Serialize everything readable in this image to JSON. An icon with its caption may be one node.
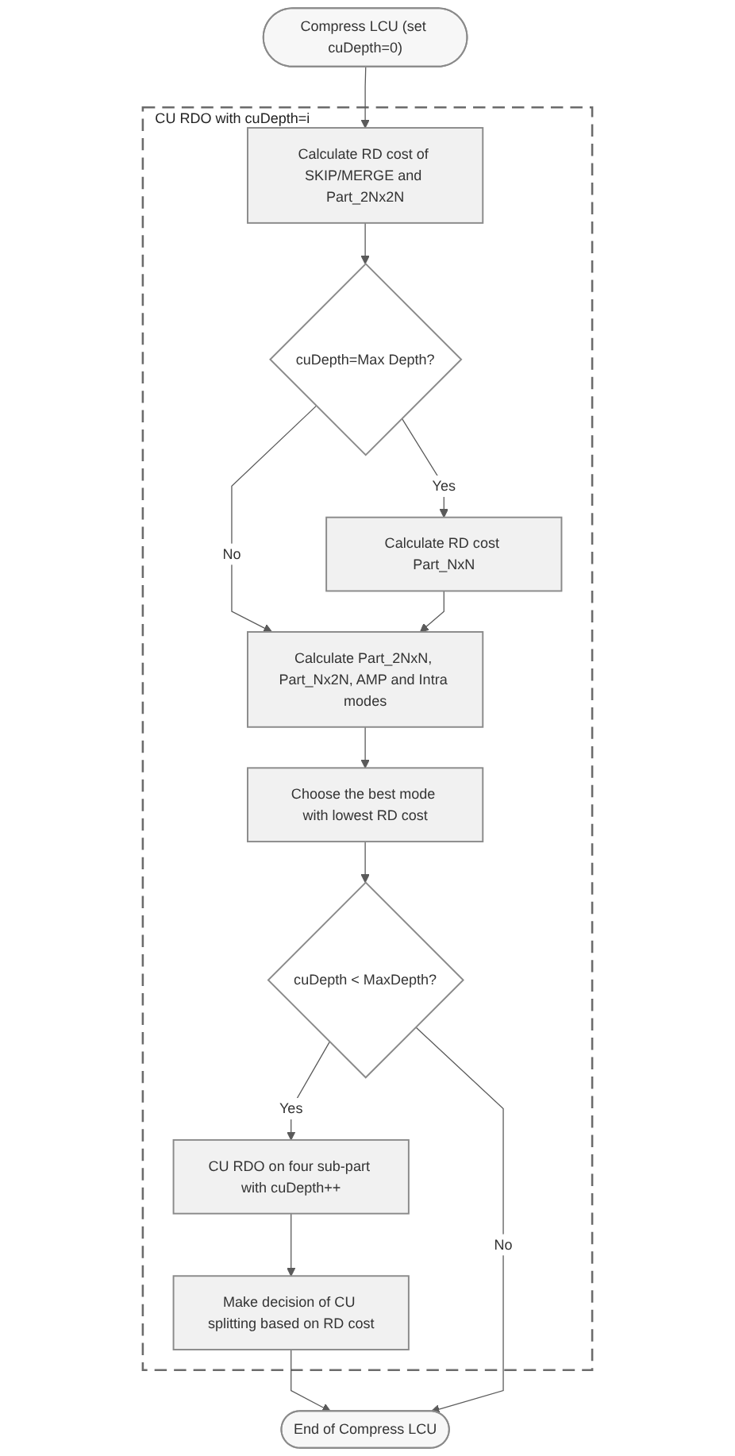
{
  "diagram": {
    "nodes": [
      {
        "text": [
          "Compress LCU (set cuDepth=0)"
        ]
      },
      {
        "text": [
          "CU RDO with cuDepth=i"
        ]
      },
      {
        "text": [
          "Calculate RD cost of SKIP/MERGE and Part_2Nx2N"
        ],
        "in": 1
      },
      {
        "text": [
          "cuDepth=Max Depth?"
        ],
        "in": 1
      },
      {
        "text": [
          "Calculate RD cost Part_NxN"
        ],
        "in": 1
      },
      {
        "text": [
          "Calculate Part_2NxN, Part_Nx2N, AMP and Intra modes"
        ],
        "in": 1
      },
      {
        "text": [
          "Choose the best mode with lowest RD cost"
        ],
        "in": 1
      },
      {
        "text": [
          "cuDepth < MaxDepth?"
        ],
        "in": 1
      },
      {
        "text": [
          "CU RDO on four sub-part with cuDepth++"
        ],
        "in": 1
      },
      {
        "text": [
          "Make decision of CU splitting based on RD cost"
        ],
        "in": 1
      },
      {
        "text": [
          "End of Compress LCU"
        ]
      }
    ],
    "edges": [
      {
        "from": 0,
        "to": 2,
        "arrow": "to"
      },
      {
        "from": 2,
        "to": 3,
        "arrow": "to"
      },
      {
        "from": 3,
        "to": 4,
        "arrow": "to",
        "label": "Yes"
      },
      {
        "from": 3,
        "to": 5,
        "arrow": "to",
        "label": "No"
      },
      {
        "from": 4,
        "to": 5,
        "arrow": "to"
      },
      {
        "from": 5,
        "to": 6,
        "arrow": "to"
      },
      {
        "from": 6,
        "to": 7,
        "arrow": "to"
      },
      {
        "from": 7,
        "to": 8,
        "arrow": "to",
        "label": "Yes"
      },
      {
        "from": 8,
        "to": 9,
        "arrow": "to"
      },
      {
        "from": 9,
        "to": 10,
        "arrow": "to"
      },
      {
        "from": 7,
        "to": 10,
        "arrow": "to",
        "label": "No"
      }
    ]
  }
}
